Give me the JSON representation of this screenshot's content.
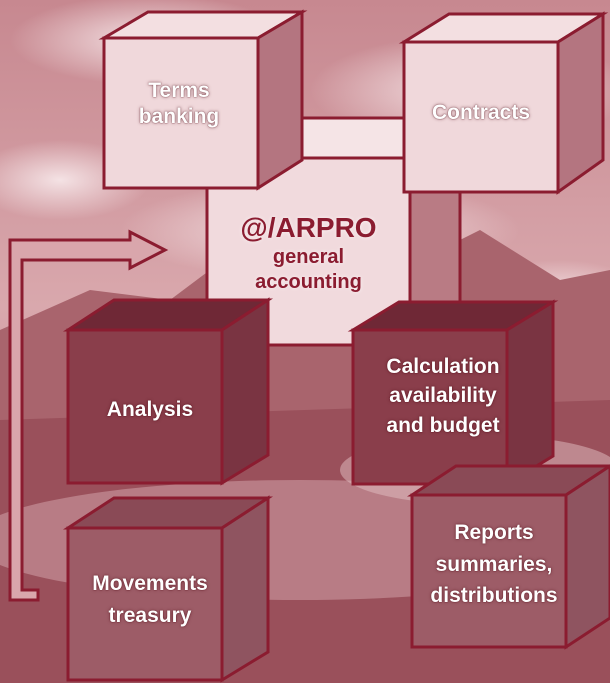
{
  "boxes": {
    "terms": {
      "line1": "Terms",
      "line2": "banking"
    },
    "contracts": {
      "line1": "Contracts"
    },
    "center": {
      "line1": "@/ARPRO",
      "line2": "general",
      "line3": "accounting"
    },
    "analysis": {
      "line1": "Analysis"
    },
    "calculation": {
      "line1": "Calculation",
      "line2": "availability",
      "line3": "and budget"
    },
    "movements": {
      "line1": "Movements",
      "line2": "treasury"
    },
    "reports": {
      "line1": "Reports",
      "line2": "summaries,",
      "line3": "distributions"
    }
  },
  "colors": {
    "background": "#c98f96",
    "frame": "#8b1c30",
    "light_face": "#f3dfe1",
    "dark_face": "#7a2a38"
  }
}
